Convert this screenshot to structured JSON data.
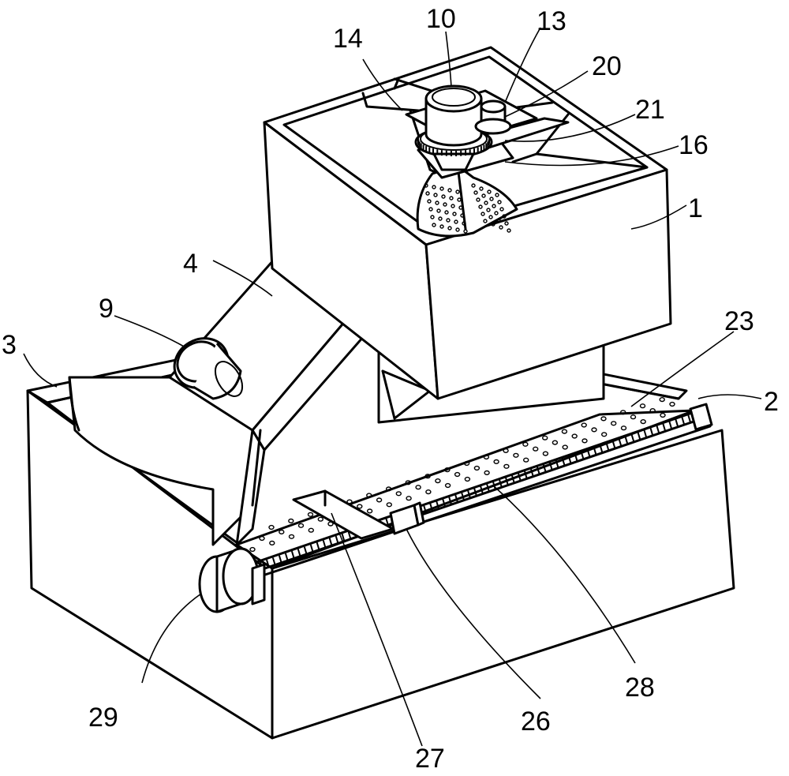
{
  "labels": {
    "l1": "1",
    "l2": "2",
    "l3": "3",
    "l4": "4",
    "l9": "9",
    "l10": "10",
    "l13": "13",
    "l14": "14",
    "l16": "16",
    "l20": "20",
    "l21": "21",
    "l23": "23",
    "l26": "26",
    "l27": "27",
    "l28": "28",
    "l29": "29"
  },
  "colors": {
    "line": "#000000",
    "background": "#ffffff"
  }
}
